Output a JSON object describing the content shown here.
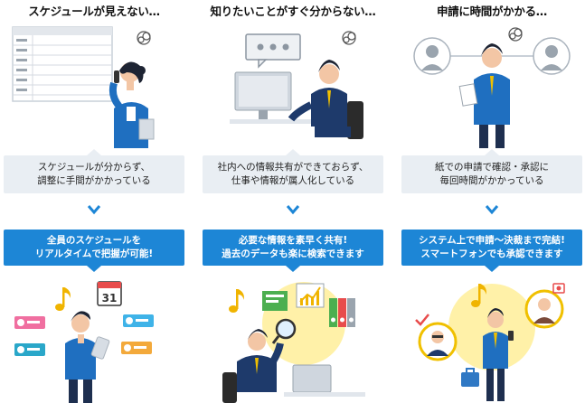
{
  "columns": [
    {
      "heading": "スケジュールが見えない…",
      "problem": [
        "スケジュールが分からず、",
        "調整に手間がかかっている"
      ],
      "solution": [
        "全員のスケジュールを",
        "リアルタイムで把握が可能!"
      ],
      "calendar_number": "31"
    },
    {
      "heading": "知りたいことがすぐ分からない…",
      "problem": [
        "社内への情報共有ができておらず、",
        "仕事や情報が属人化している"
      ],
      "solution": [
        "必要な情報を素早く共有!",
        "過去のデータも楽に検索できます"
      ]
    },
    {
      "heading": "申請に時間がかかる…",
      "problem": [
        "紙での申請で確認・承認に",
        "毎回時間がかかっている"
      ],
      "solution": [
        "システム上で申請～決裁まで完結!",
        "スマートフォンでも承認できます"
      ]
    }
  ],
  "colors": {
    "primary_blue": "#1d86d6",
    "problem_bg": "#e9eef3",
    "suit_blue": "#1f5fa8",
    "dark_navy": "#1e2f4f",
    "yellow_glow": "#fff1a8"
  }
}
